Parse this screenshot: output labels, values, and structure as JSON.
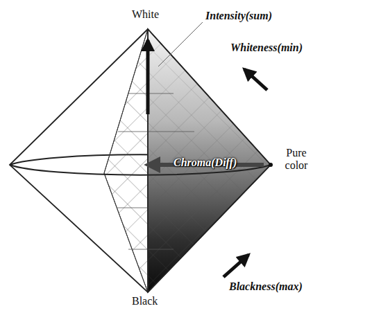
{
  "diagram": {
    "labels": [
      "White",
      "Intensity(sum)",
      "Whiteness(min)",
      "Pure color",
      "Chroma(Diff)",
      "Blackness(max)",
      "Black"
    ]
  }
}
